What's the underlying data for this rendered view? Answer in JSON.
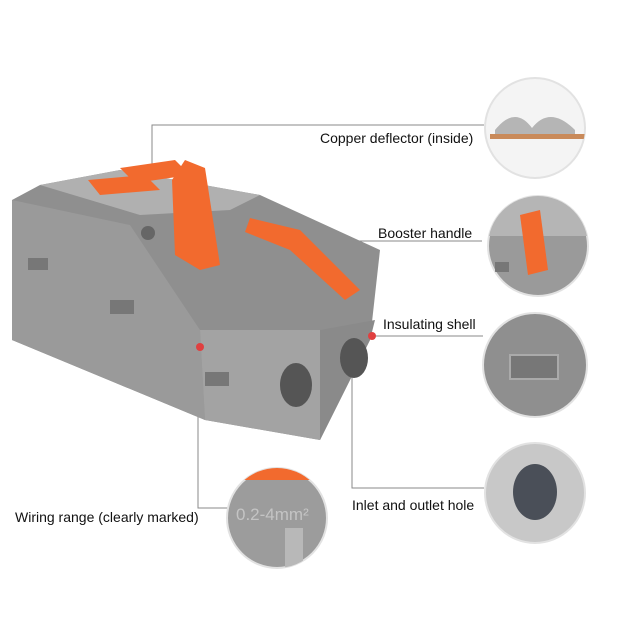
{
  "callouts": {
    "copper_deflector": "Copper deflector (inside)",
    "booster_handle": "Booster handle",
    "insulating_shell": "Insulating shell",
    "inlet_outlet_hole": "Inlet and outlet hole",
    "wiring_range": "Wiring range (clearly marked)"
  },
  "product_markings": {
    "wire_range": "0.2-4mm²"
  },
  "colors": {
    "housing_gray": "#8f8f8f",
    "lever_orange": "#f26a2e",
    "copper": "#c98a5a",
    "leader_line": "#8a8a8a"
  }
}
